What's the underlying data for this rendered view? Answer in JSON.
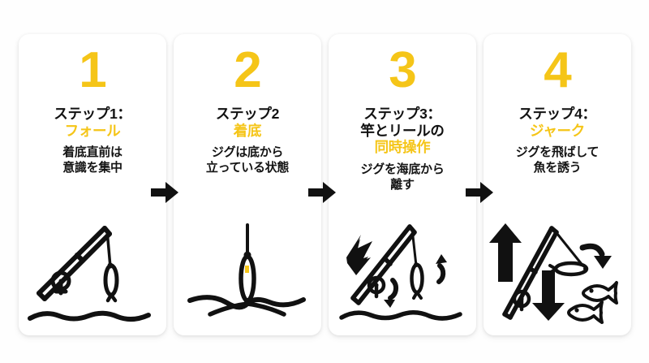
{
  "theme": {
    "accent_yellow": "#f5c518",
    "text_black": "#111111",
    "card_background": "#ffffff",
    "page_background": "#fefefe"
  },
  "steps": [
    {
      "number": "1",
      "heading_black": "ステップ1：",
      "heading_yellow": "フォール",
      "subtext_line1": "着底直前は",
      "subtext_line2": "意識を集中",
      "illustration": "fishing-rod-jig-falling-to-seabed"
    },
    {
      "number": "2",
      "heading_black": "ステップ2",
      "heading_yellow": "着底",
      "subtext_line1": "ジグは底から",
      "subtext_line2": "立っている状態",
      "illustration": "jig-standing-upright-on-seabed"
    },
    {
      "number": "3",
      "heading_black": "ステップ3：",
      "heading_black_2": "竿とリールの",
      "heading_yellow": "同時操作",
      "subtext_line1": "ジグを海底から",
      "subtext_line2": "離す",
      "illustration": "rod-lift-and-reel-rotation-arrows"
    },
    {
      "number": "4",
      "heading_black": "ステップ4：",
      "heading_yellow": "ジャーク",
      "subtext_line1": "ジグを飛ばして",
      "subtext_line2": "魚を誘う",
      "illustration": "jerk-rod-up-down-arrows-with-fish"
    }
  ],
  "connectors": [
    {
      "name": "arrow-step-1-to-2",
      "glyph": "right-arrow"
    },
    {
      "name": "arrow-step-2-to-3",
      "glyph": "right-arrow"
    },
    {
      "name": "arrow-step-3-to-4",
      "glyph": "right-arrow"
    }
  ]
}
